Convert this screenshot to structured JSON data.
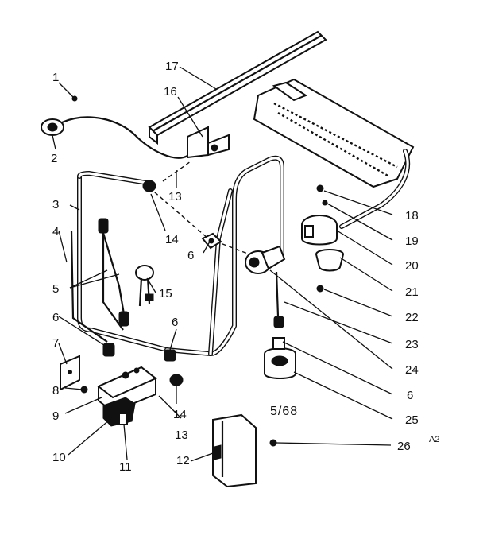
{
  "diagram": {
    "caption": "5/68",
    "corner_tag": "A2",
    "callouts": [
      "1",
      "2",
      "3",
      "4",
      "5",
      "6",
      "7",
      "8",
      "9",
      "10",
      "11",
      "12",
      "13",
      "14",
      "15",
      "16",
      "17",
      "18",
      "19",
      "20",
      "21",
      "22",
      "23",
      "24",
      "25",
      "26"
    ],
    "extra_labels": {
      "six_b": "6",
      "six_c": "6",
      "six_d": "6",
      "thirteen_b": "13",
      "fourteen_b": "14"
    }
  }
}
